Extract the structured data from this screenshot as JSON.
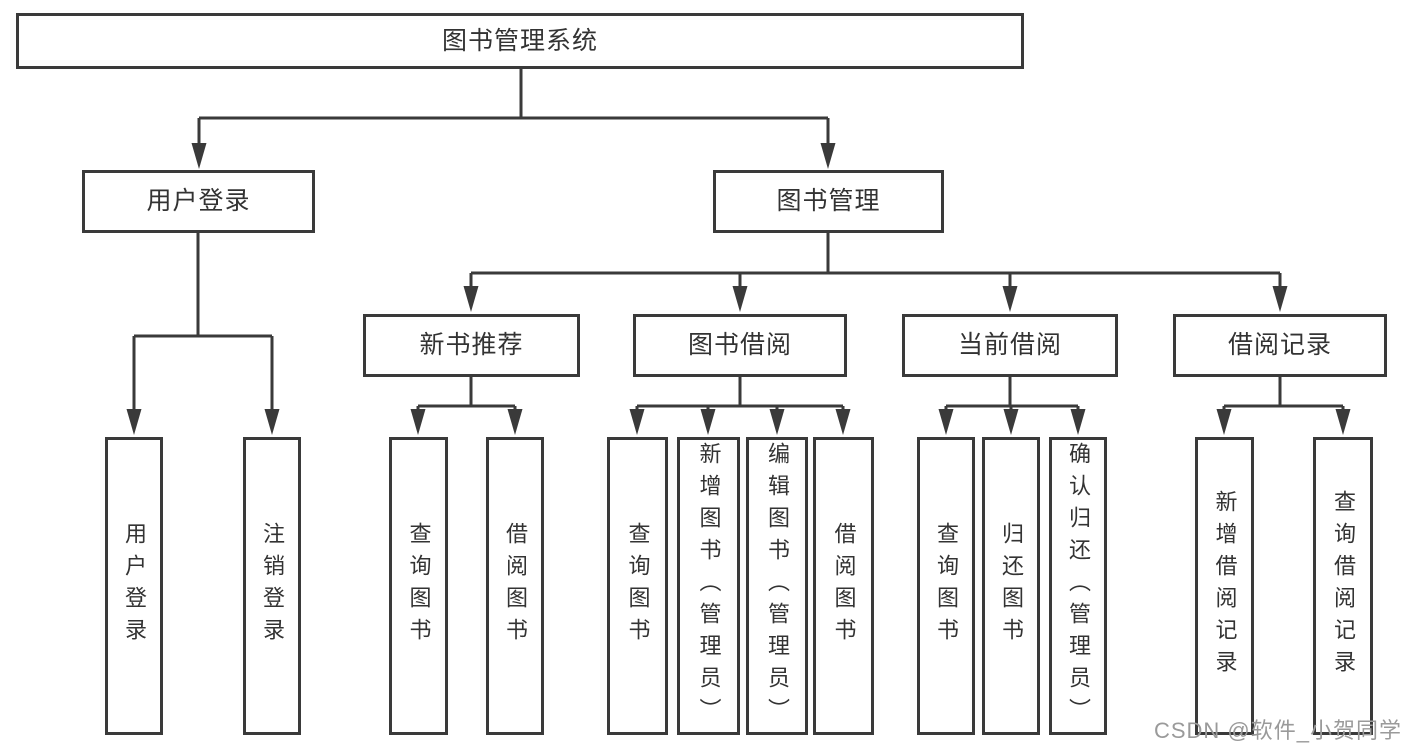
{
  "diagram": {
    "root": {
      "label": "图书管理系统"
    },
    "branches": [
      {
        "label": "用户登录",
        "children": [
          {
            "label": "用户登录"
          },
          {
            "label": "注销登录"
          }
        ]
      },
      {
        "label": "图书管理",
        "sections": [
          {
            "label": "新书推荐",
            "children": [
              {
                "label": "查询图书"
              },
              {
                "label": "借阅图书"
              }
            ]
          },
          {
            "label": "图书借阅",
            "children": [
              {
                "label": "查询图书"
              },
              {
                "label": "新增图书（管理员）"
              },
              {
                "label": "编辑图书（管理员）"
              },
              {
                "label": "借阅图书"
              }
            ]
          },
          {
            "label": "当前借阅",
            "children": [
              {
                "label": "查询图书"
              },
              {
                "label": "归还图书"
              },
              {
                "label": "确认归还（管理员）"
              }
            ]
          },
          {
            "label": "借阅记录",
            "children": [
              {
                "label": "新增借阅记录"
              },
              {
                "label": "查询借阅记录"
              }
            ]
          }
        ]
      }
    ]
  },
  "watermark": {
    "text": "CSDN @软件_小贺同学",
    "color": "#9a9a9a"
  },
  "colors": {
    "line": "#3a3a3a",
    "box_border": "#3a3a3a",
    "text": "#333333",
    "background": "#ffffff"
  }
}
